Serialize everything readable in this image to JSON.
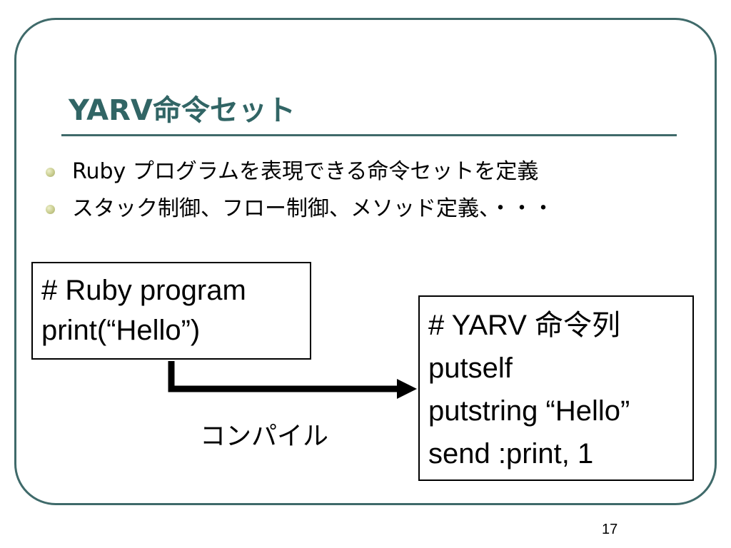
{
  "slide": {
    "title": "YARV命令セット",
    "bullets": [
      "Ruby プログラムを表現できる命令セットを定義",
      "スタック制御、フロー制御、メソッド定義、・・・"
    ],
    "ruby_box": {
      "lines": [
        "# Ruby program",
        "print(“Hello”)"
      ]
    },
    "yarv_box": {
      "lines": [
        "# YARV 命令列",
        "putself",
        "putstring “Hello”",
        "send :print, 1"
      ]
    },
    "arrow_label": "コンパイル",
    "page_number": "17"
  },
  "colors": {
    "frame": "#3f6a6a",
    "title": "#316565",
    "bullet": "#c8cc8e"
  }
}
